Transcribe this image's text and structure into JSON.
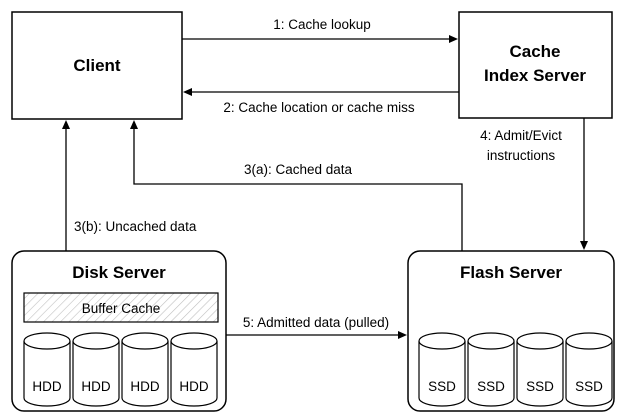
{
  "nodes": {
    "client": {
      "label": "Client"
    },
    "cache_index": {
      "label_line1": "Cache",
      "label_line2": "Index Server"
    },
    "disk_server": {
      "label": "Disk Server",
      "buffer_label": "Buffer Cache",
      "disks": [
        "HDD",
        "HDD",
        "HDD",
        "HDD"
      ]
    },
    "flash_server": {
      "label": "Flash Server",
      "disks": [
        "SSD",
        "SSD",
        "SSD",
        "SSD"
      ]
    }
  },
  "edges": {
    "lookup": "1: Cache lookup",
    "location": "2: Cache location or cache miss",
    "cached": "3(a): Cached data",
    "uncached": "3(b): Uncached data",
    "admit_evict_line1": "4: Admit/Evict",
    "admit_evict_line2": "instructions",
    "admitted": "5: Admitted data (pulled)"
  }
}
